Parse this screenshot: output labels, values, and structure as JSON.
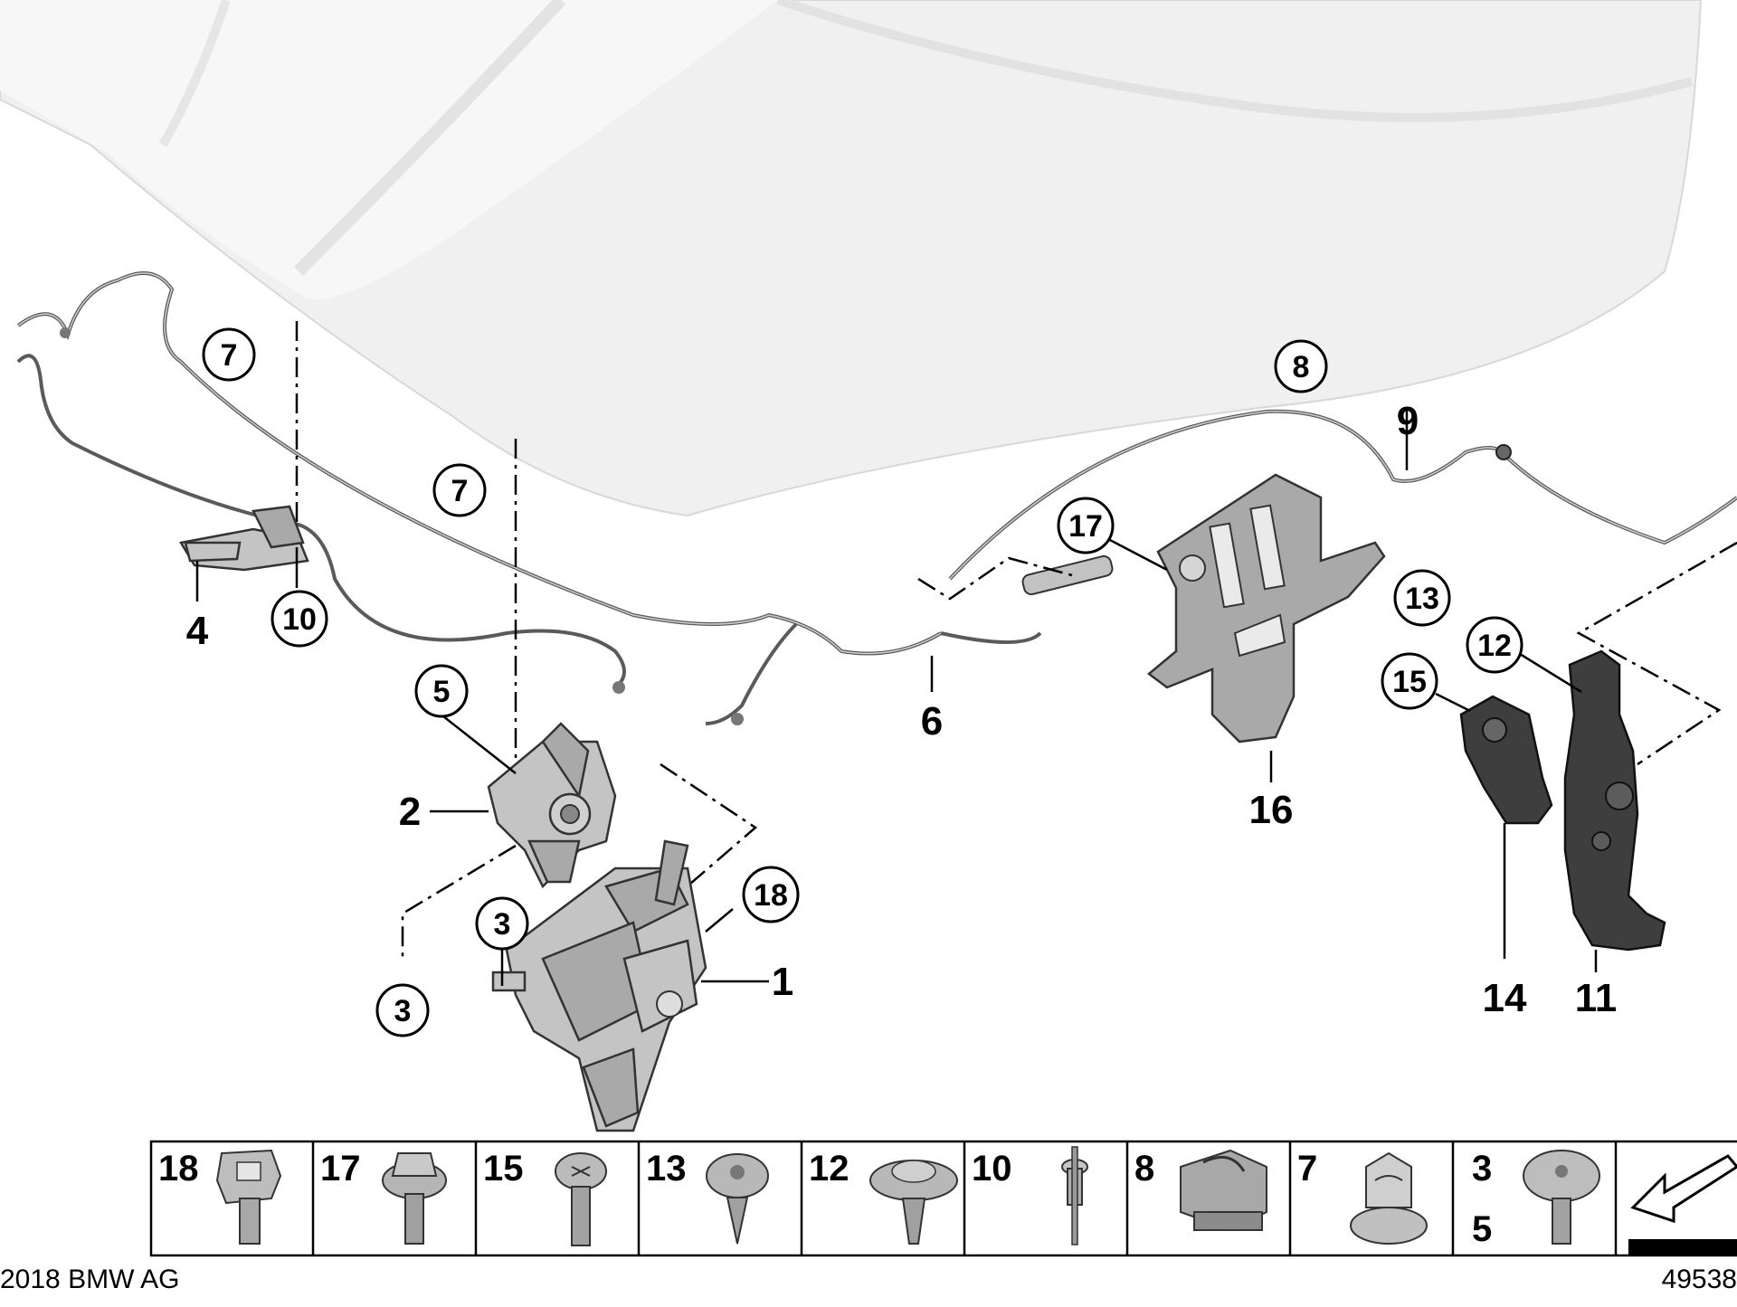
{
  "diagram": {
    "callouts": [
      {
        "id": "c7a",
        "label": "7"
      },
      {
        "id": "c7b",
        "label": "7"
      },
      {
        "id": "c8",
        "label": "8"
      },
      {
        "id": "c10",
        "label": "10"
      },
      {
        "id": "c5",
        "label": "5"
      },
      {
        "id": "c17",
        "label": "17"
      },
      {
        "id": "c13",
        "label": "13"
      },
      {
        "id": "c12",
        "label": "12"
      },
      {
        "id": "c15",
        "label": "15"
      },
      {
        "id": "c18",
        "label": "18"
      },
      {
        "id": "c3a",
        "label": "3"
      },
      {
        "id": "c3b",
        "label": "3"
      }
    ],
    "part_numbers": [
      {
        "id": "p9",
        "label": "9"
      },
      {
        "id": "p4",
        "label": "4"
      },
      {
        "id": "p6",
        "label": "6"
      },
      {
        "id": "p2",
        "label": "2"
      },
      {
        "id": "p16",
        "label": "16"
      },
      {
        "id": "p1",
        "label": "1"
      },
      {
        "id": "p14",
        "label": "14"
      },
      {
        "id": "p11",
        "label": "11"
      }
    ]
  },
  "parts_table": {
    "cells": [
      {
        "label": "18",
        "icon": "clip-nut-icon"
      },
      {
        "label": "17",
        "icon": "flange-bolt-icon"
      },
      {
        "label": "15",
        "icon": "pan-head-screw-icon"
      },
      {
        "label": "13",
        "icon": "self-tapping-screw-icon"
      },
      {
        "label": "12",
        "icon": "washer-screw-icon"
      },
      {
        "label": "10",
        "icon": "blind-rivet-icon"
      },
      {
        "label": "8",
        "icon": "spring-nut-icon"
      },
      {
        "label": "7",
        "icon": "cable-holder-icon"
      },
      {
        "label": "3",
        "label2": "5",
        "icon": "round-head-screw-icon"
      },
      {
        "label": "",
        "icon": "direction-arrow-icon"
      }
    ]
  },
  "footer": {
    "copyright": "2018 BMW AG",
    "diagram_number": "49538"
  }
}
